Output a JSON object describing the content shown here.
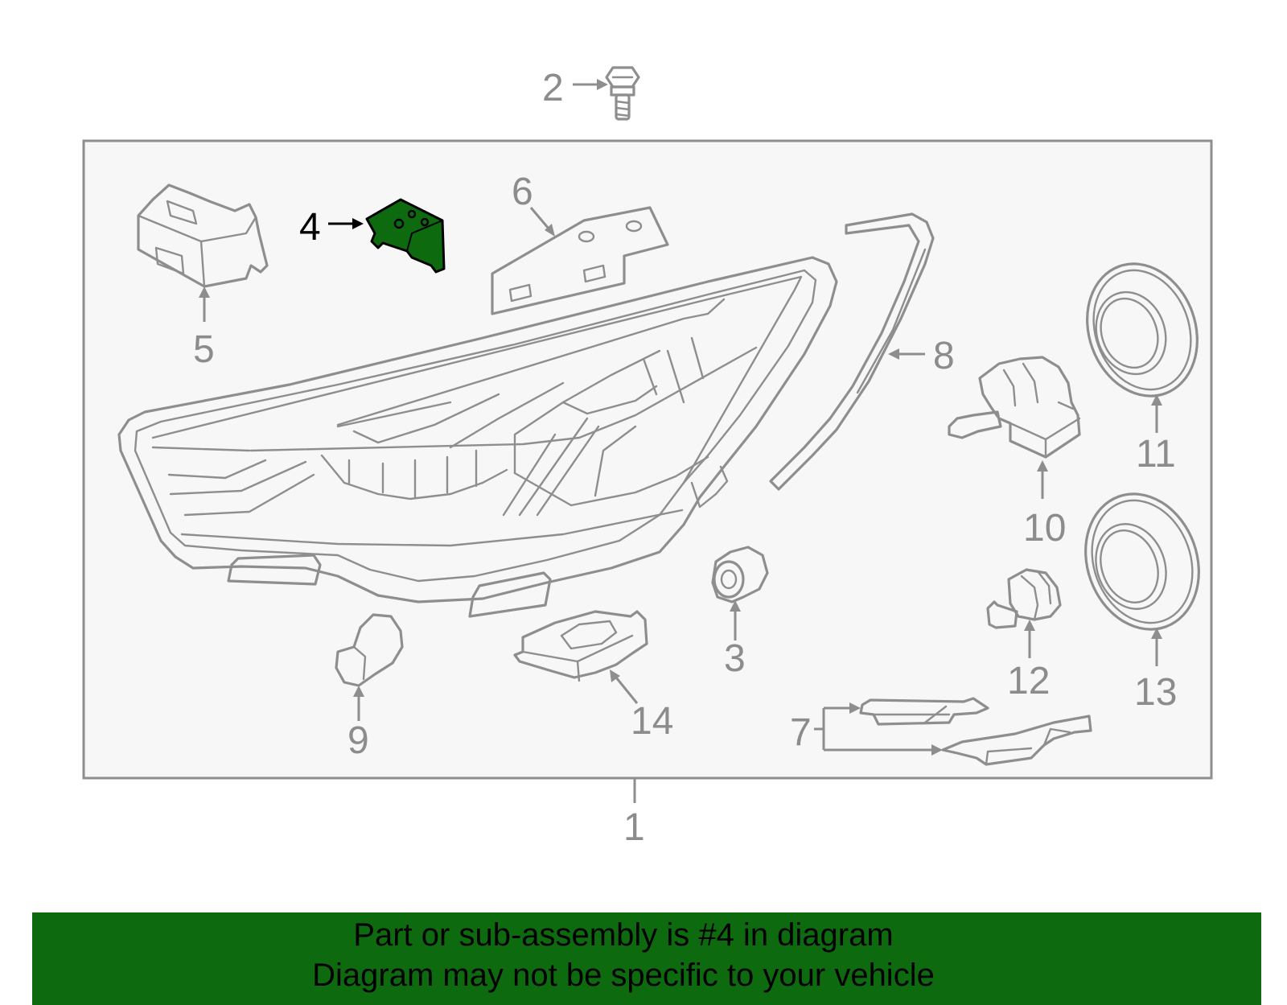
{
  "callouts": [
    {
      "id": "1",
      "label": "1",
      "highlight": false
    },
    {
      "id": "2",
      "label": "2",
      "highlight": false
    },
    {
      "id": "3",
      "label": "3",
      "highlight": false
    },
    {
      "id": "4",
      "label": "4",
      "highlight": true
    },
    {
      "id": "5",
      "label": "5",
      "highlight": false
    },
    {
      "id": "6",
      "label": "6",
      "highlight": false
    },
    {
      "id": "7",
      "label": "7",
      "highlight": false
    },
    {
      "id": "8",
      "label": "8",
      "highlight": false
    },
    {
      "id": "9",
      "label": "9",
      "highlight": false
    },
    {
      "id": "10",
      "label": "10",
      "highlight": false
    },
    {
      "id": "11",
      "label": "11",
      "highlight": false
    },
    {
      "id": "12",
      "label": "12",
      "highlight": false
    },
    {
      "id": "13",
      "label": "13",
      "highlight": false
    },
    {
      "id": "14",
      "label": "14",
      "highlight": false
    }
  ],
  "colors": {
    "highlight_part": "#0e6a0e",
    "banner_bg": "#0e6a0e",
    "line": "#8e8e8e",
    "panel_bg": "#f7f7f7"
  },
  "banner": {
    "line1": "Part or sub-assembly is #4 in diagram",
    "line2": "Diagram may not be specific to your vehicle"
  }
}
